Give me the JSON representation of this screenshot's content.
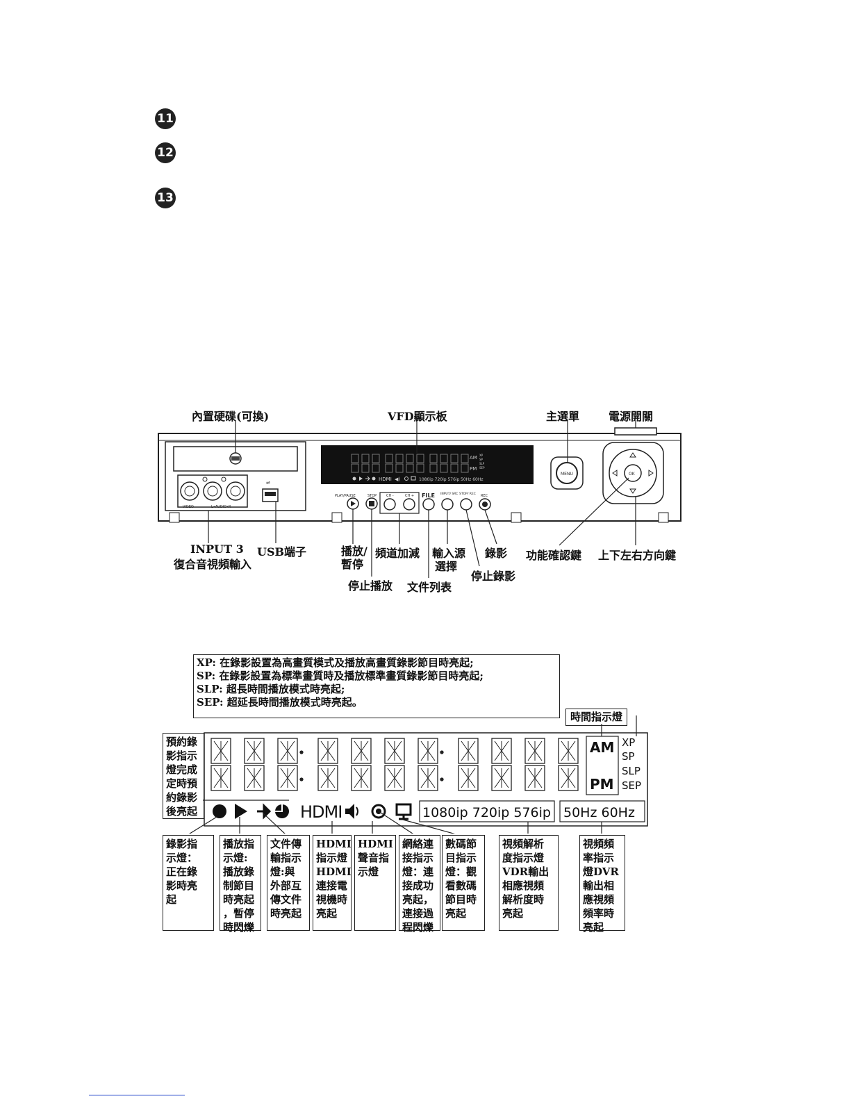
{
  "badges": [
    "11",
    "12",
    "13"
  ],
  "front_panel": {
    "labels": {
      "hdd": "內置硬碟(可換)",
      "vfd": "VFD顯示板",
      "menu": "主選單",
      "power": "電源開關",
      "input3_a": "INPUT 3",
      "input3_b": "復合音視頻輸入",
      "usb": "USB端子",
      "play_a": "播放/",
      "play_b": "暫停",
      "stop": "停止播放",
      "ch": "頻道加減",
      "file": "文件列表",
      "source_a": "輸入源",
      "source_b": "選擇",
      "stop_rec": "停止錄影",
      "rec": "錄影",
      "ok": "功能確認鍵",
      "arrows": "上下左右方向鍵"
    },
    "device_text": {
      "play_pause": "PLAY/PAUSE",
      "stop_btn": "STOP",
      "ch_minus": "CH -",
      "ch_plus": "CH +",
      "file_btn": "FILE",
      "input_src": "INPUT/ SRC",
      "stop_rec_btn": "STOP/ REC",
      "rec_btn": "REC",
      "menu_btn": "MENU",
      "ok_btn": "OK",
      "video": "VIDEO",
      "audio": "L•AUDIO•R",
      "mini_hdmi": "HDMI",
      "mini_res": "1080ip  720ip  576ip",
      "mini_hz": "50Hz  60Hz",
      "mini_am": "AM",
      "mini_pm": "PM",
      "mini_modes": [
        "XP",
        "SP",
        "SLP",
        "SEP"
      ]
    }
  },
  "vfd": {
    "modes_legend": [
      "XP: 在錄影設置為高畫質模式及播放高畫質錄影節目時亮起;",
      "SP:  在錄影設置為標準畫質時及播放標準畫質錄影節目時亮起;",
      "SLP: 超長時間播放模式時亮起;",
      "SEP: 超延長時間播放模式時亮起。"
    ],
    "time_indicator": "時間指示燈",
    "am": "AM",
    "pm": "PM",
    "modes": [
      "XP",
      "SP",
      "SLP",
      "SEP"
    ],
    "hdmi": "HDMI",
    "resolutions": "1080ip  720ip  576ip",
    "frequencies": "50Hz  60Hz",
    "timer_note": [
      "預約錄",
      "影指示",
      "燈完成",
      "定時預",
      "約錄影",
      "後亮起"
    ],
    "notes": [
      [
        "錄影指",
        "示燈：",
        "正在錄",
        "影時亮",
        "起"
      ],
      [
        "播放指",
        "示燈:",
        "播放錄",
        "制節目",
        "時亮起",
        "，暫停",
        "時閃爍"
      ],
      [
        "文件傳",
        "輸指示",
        "燈:與",
        "外部互",
        "傳文件",
        "時亮起"
      ],
      [
        "HDMI",
        "指示燈",
        "HDMI",
        "連接電",
        "視機時",
        "亮起"
      ],
      [
        "HDMI",
        "聲音指",
        "示燈"
      ],
      [
        "網絡連",
        "接指示",
        "燈：連",
        "接成功",
        "亮起，",
        "連接過",
        "程閃爍"
      ],
      [
        "數碼節",
        "目指示",
        "燈：觀",
        "看數碼",
        "節目時",
        "亮起"
      ],
      [
        "視頻解析",
        "度指示燈",
        "VDR輸出",
        "相應視頻",
        "解析度時",
        "亮起"
      ],
      [
        "視頻頻",
        "率指示",
        "燈DVR",
        "輸出相",
        "應視頻",
        "頻率時",
        "亮起"
      ]
    ]
  }
}
